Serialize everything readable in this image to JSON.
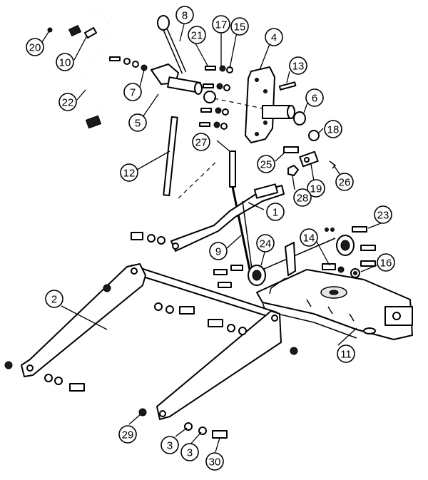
{
  "callouts": [
    {
      "label": "1"
    },
    {
      "label": "2"
    },
    {
      "label": "3"
    },
    {
      "label": "3"
    },
    {
      "label": "4"
    },
    {
      "label": "5"
    },
    {
      "label": "6"
    },
    {
      "label": "7"
    },
    {
      "label": "8"
    },
    {
      "label": "9"
    },
    {
      "label": "10"
    },
    {
      "label": "11"
    },
    {
      "label": "12"
    },
    {
      "label": "13"
    },
    {
      "label": "14"
    },
    {
      "label": "15"
    },
    {
      "label": "16"
    },
    {
      "label": "17"
    },
    {
      "label": "18"
    },
    {
      "label": "19"
    },
    {
      "label": "20"
    },
    {
      "label": "21"
    },
    {
      "label": "22"
    },
    {
      "label": "23"
    },
    {
      "label": "24"
    },
    {
      "label": "25"
    },
    {
      "label": "26"
    },
    {
      "label": "27"
    },
    {
      "label": "28"
    },
    {
      "label": "29"
    },
    {
      "label": "30"
    }
  ]
}
